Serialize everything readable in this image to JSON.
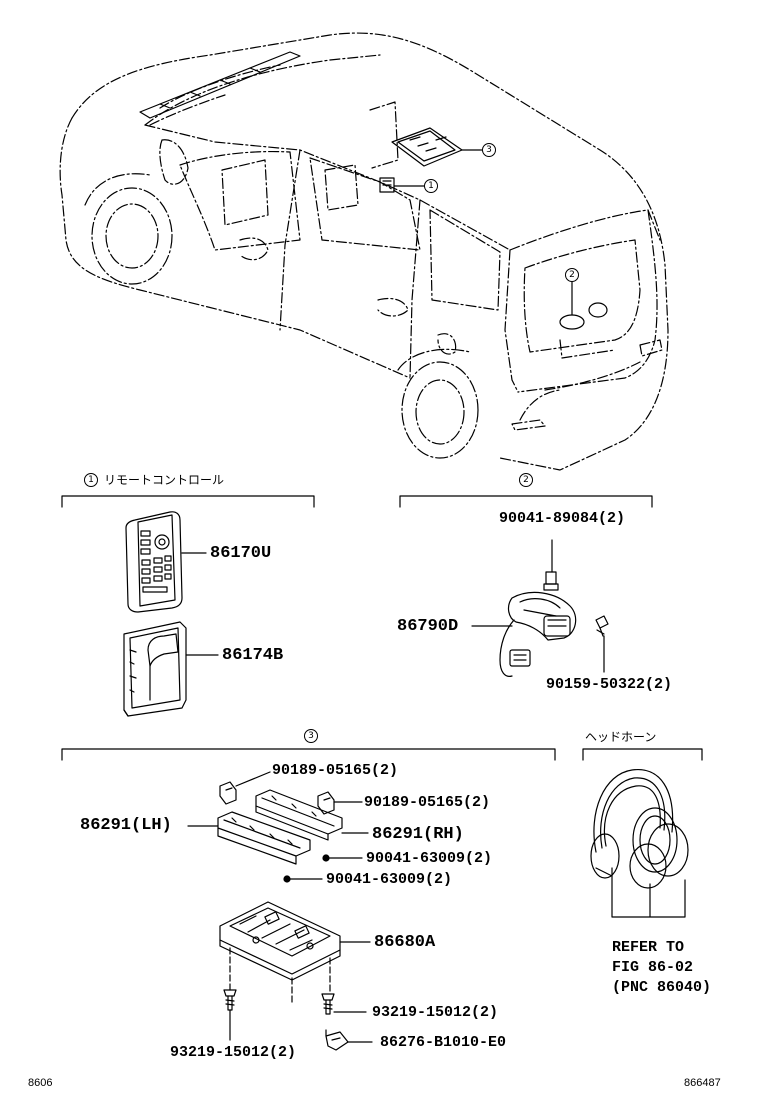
{
  "callouts": [
    "1",
    "2",
    "3"
  ],
  "sections": {
    "remote": {
      "title": "リモートコントロール",
      "marker": "1"
    },
    "lamp": {
      "marker": "2"
    },
    "overhead": {
      "marker": "3"
    },
    "headphone": {
      "title": "ヘッドホーン"
    }
  },
  "parts": {
    "remote_control": "86170U",
    "remote_case": "86174B",
    "lamp_assy": "86790D",
    "lamp_bulb": "90041-89084(2)",
    "lamp_screw": "90159-50322(2)",
    "clip_upper": "90189-05165(2)",
    "clip_right": "90189-05165(2)",
    "bracket_lh": "86291(LH)",
    "bracket_rh": "86291(RH)",
    "nut_right": "90041-63009(2)",
    "nut_lower": "90041-63009(2)",
    "display_assy": "86680A",
    "screw_right": "93219-15012(2)",
    "screw_left": "93219-15012(2)",
    "hook": "86276-B1010-E0"
  },
  "reference": {
    "line1": "REFER TO",
    "line2": "FIG 86-02",
    "line3": "(PNC 86040)"
  },
  "footer": {
    "figure_code": "8606",
    "illustration_code": "866487"
  }
}
